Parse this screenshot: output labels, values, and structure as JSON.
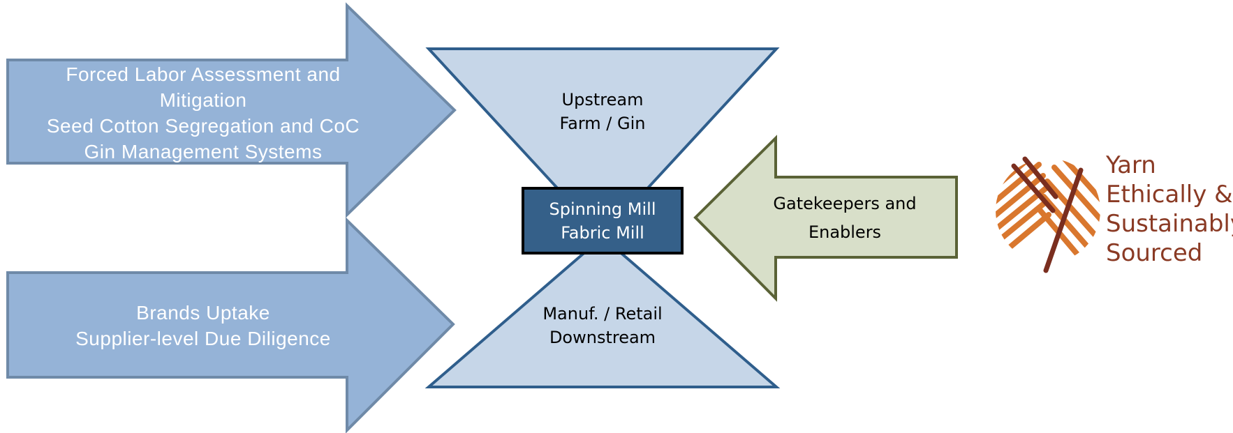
{
  "top_left_arrow": {
    "lines": [
      "Forced Labor Assessment and",
      "Mitigation",
      "Seed Cotton Segregation and CoC",
      "Gin Management Systems"
    ]
  },
  "bottom_left_arrow": {
    "lines": [
      "Brands Uptake",
      "Supplier-level Due Diligence"
    ]
  },
  "upper_triangle": {
    "lines": [
      "Upstream",
      "Farm / Gin"
    ]
  },
  "lower_triangle": {
    "lines": [
      "Manuf. / Retail",
      "Downstream"
    ]
  },
  "center_box": {
    "lines": [
      "Spinning Mill",
      "Fabric Mill"
    ]
  },
  "right_arrow": {
    "lines": [
      "Gatekeepers and",
      "Enablers"
    ]
  },
  "logo": {
    "lines": [
      "Yarn",
      "Ethically &",
      "Sustainably",
      "Sourced"
    ]
  },
  "colors": {
    "left_arrow_fill": "#95b3d7",
    "left_arrow_stroke": "#6f8aa8",
    "triangle_fill": "#c6d6e8",
    "triangle_stroke": "#2f5e8c",
    "center_box_fill": "#356089",
    "right_arrow_fill": "#d8dfc9",
    "right_arrow_stroke": "#5a6236",
    "logo_orange": "#d9772e",
    "logo_brown": "#7a2e1f",
    "logo_text": "#8a3a24"
  }
}
